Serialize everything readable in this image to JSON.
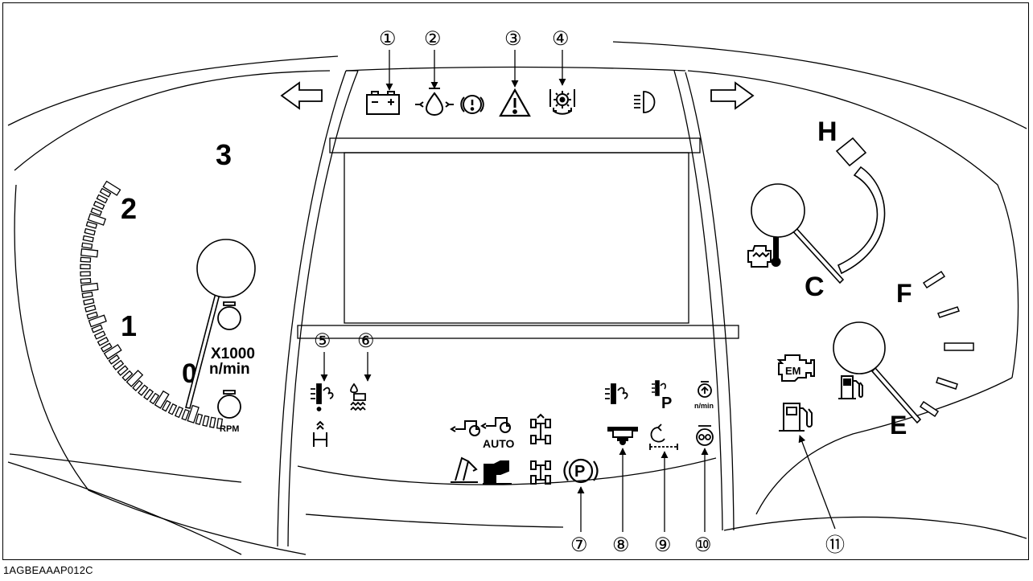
{
  "figure_code": "1AGBEAAAP012C",
  "tachometer": {
    "scale_labels": [
      "1",
      "2",
      "3"
    ],
    "zero_label": "0",
    "multiplier_label": "X1000",
    "unit_label": "n/min",
    "rpm_label": "RPM"
  },
  "temperature_gauge": {
    "hot_label": "H",
    "cold_label": "C"
  },
  "fuel_gauge": {
    "full_label": "F",
    "empty_label": "E"
  },
  "auto_label": "AUTO",
  "parking_label": "P",
  "rpm_unit_small": "n/min",
  "engine_monitor_label": "EM",
  "callouts": [
    "①",
    "②",
    "③",
    "④",
    "⑤",
    "⑥",
    "⑦",
    "⑧",
    "⑨",
    "⑩",
    "⑪"
  ],
  "callout_targets": {
    "1": "battery-charge-icon",
    "2": "engine-oil-pressure-icon",
    "3": "master-warning-icon",
    "4": "transmission-warning-icon",
    "5": "dpf-regeneration-icon",
    "6": "water-in-fuel-icon",
    "7": "parking-brake-icon",
    "8": "fuel-filter-icon",
    "9": "pto-icon",
    "10": "glow-plug-icon",
    "11": "low-fuel-icon"
  },
  "colors": {
    "ink": "#000000",
    "paper": "#ffffff",
    "line_gray": "#555555"
  }
}
